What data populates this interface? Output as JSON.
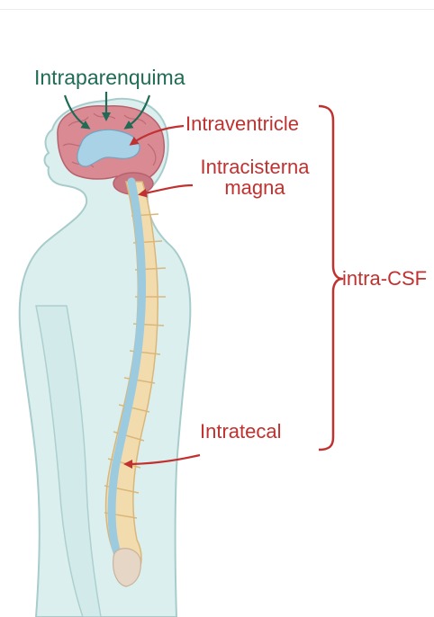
{
  "labels": {
    "intraparenchyma": "Intraparenquima",
    "intraventricle": "Intraventricle",
    "intracisterna_line1": "Intracisterna",
    "intracisterna_line2": "magna",
    "intra_csf": "intra-CSF",
    "intratecal": "Intratecal"
  },
  "colors": {
    "label_green": "#1f6b55",
    "label_red": "#c0312f",
    "body_fill": "#dcefef",
    "body_outline": "#a8cccc",
    "brain_fill": "#d98a93",
    "ventricle_fill": "#a9d2e6",
    "spine_fill": "#f2dcae",
    "canal_fill": "#9ccbe0"
  }
}
